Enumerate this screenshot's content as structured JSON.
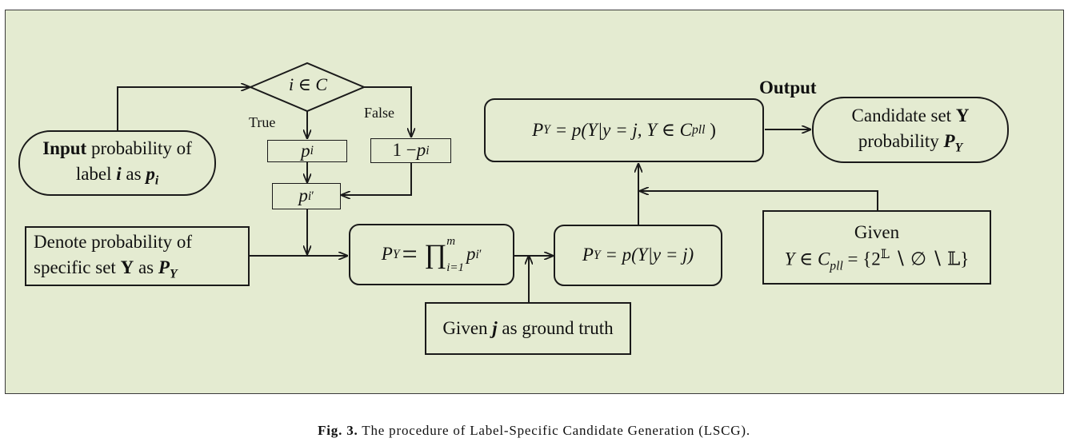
{
  "decision": {
    "label": "i ∈ C",
    "true_label": "True",
    "false_label": "False"
  },
  "input_node": {
    "bold": "Input",
    "line1_rest": " probability of",
    "line2_pre": "label ",
    "var_i": "i",
    "line2_mid": " as ",
    "var_p": "p",
    "var_p_sub": "i"
  },
  "pi_box": {
    "base": "p",
    "sub": "i"
  },
  "one_minus_box": {
    "prefix": "1 − ",
    "base": "p",
    "sub": "i"
  },
  "pi_prime_box": {
    "base": "p",
    "sub": "i",
    "sup": "′"
  },
  "denote_node": {
    "line1": "Denote probability of",
    "line2_pre": "specific set ",
    "bold_y": "Y",
    "line2_mid": " as ",
    "var_p": "P",
    "var_sub": "Y"
  },
  "product_node": {
    "lhs": "P",
    "lhs_sub": "Y",
    "eq": " = ∏",
    "prod_sup": "m",
    "prod_sub": "i=1",
    "rhs": "p",
    "rhs_sub": "i",
    "rhs_sup": "′"
  },
  "conditional_node": {
    "lhs": "P",
    "lhs_sub": "Y",
    "rhs": " = p(Y|y = j)"
  },
  "ground_truth_node": {
    "pre": "Given ",
    "var": "j",
    "post": " as ground truth"
  },
  "given_set_node": {
    "line1": "Given",
    "line2": "Y ∈ C",
    "line2_sub": "pll",
    "line2_rest": " = {2",
    "line2_sup": "𝕃",
    "line2_end": " ∖ ∅ ∖ 𝕃}"
  },
  "output_formula_node": {
    "lhs": "P",
    "lhs_sub": "Y",
    "rhs": " = p(Y|y = j, Y ∈ C",
    "rhs_sub": "pll",
    "rhs_end": " )"
  },
  "output_label": "Output",
  "output_node": {
    "line1_pre": "Candidate set ",
    "line1_bold": "Y",
    "line2_pre": "probability ",
    "var_p": "P",
    "var_sub": "Y"
  },
  "caption": {
    "fig": "Fig. 3.",
    "text": " The procedure of Label-Specific Candidate Generation (LSCG)."
  },
  "colors": {
    "panel_bg": "#e4ebd1",
    "stroke": "#1a1a1a"
  }
}
